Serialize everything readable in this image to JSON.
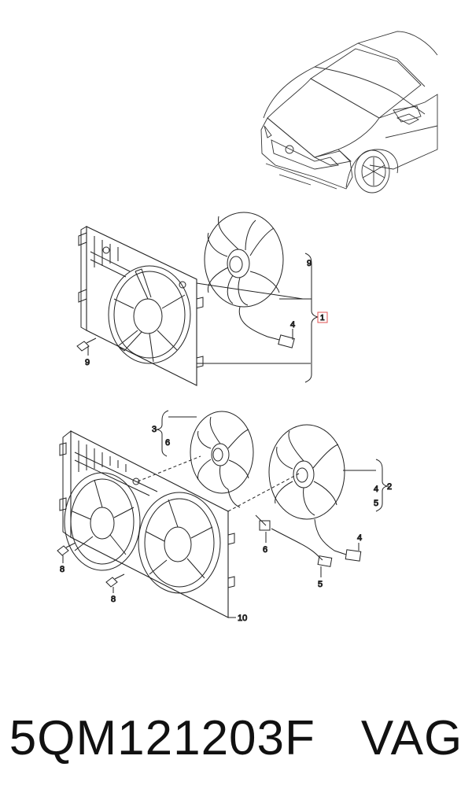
{
  "diagram": {
    "callouts": {
      "ref_group": "1",
      "fan_bracket": "9",
      "fan_connector": "4",
      "bolt_top": "9",
      "left_fan": "3",
      "left_fan_sub": "6",
      "right_fan_a": "4",
      "right_fan_b": "5",
      "right_fan_group": "2",
      "connector_6": "6",
      "connector_4": "4",
      "connector_5": "5",
      "bolt_left": "8",
      "bolt_mid": "8",
      "shroud": "10"
    }
  },
  "footer": {
    "part_number": "5QM121203F",
    "brand": "VAG"
  }
}
